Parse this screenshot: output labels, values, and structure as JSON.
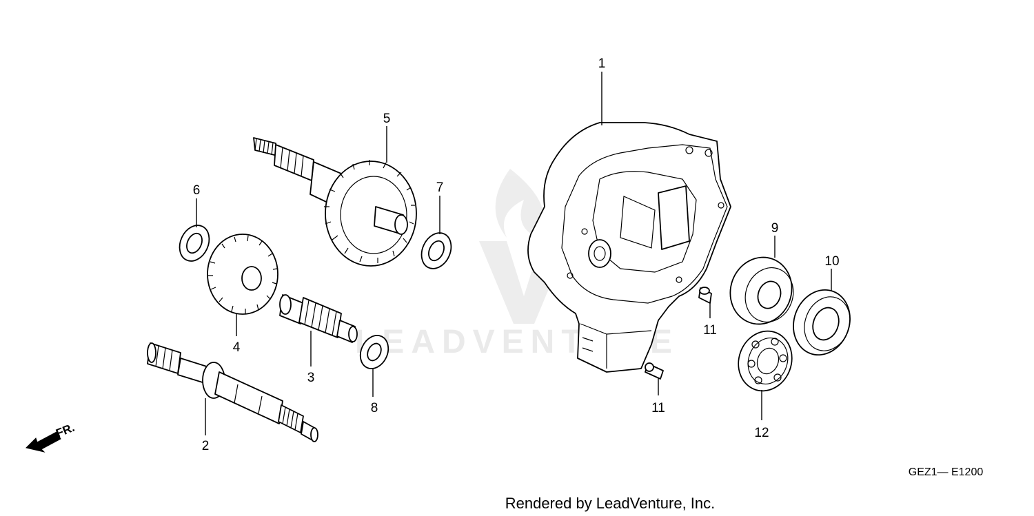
{
  "diagram": {
    "watermark": "LEADVENTURE",
    "diagram_code": "GEZ1— E1200",
    "footer_credit": "Rendered by LeadVenture, Inc.",
    "direction_label": "FR.",
    "callouts": {
      "c1": "1",
      "c2": "2",
      "c3": "3",
      "c4": "4",
      "c5": "5",
      "c6": "6",
      "c7": "7",
      "c8": "8",
      "c9": "9",
      "c10": "10",
      "c11a": "11",
      "c11b": "11",
      "c12": "12"
    }
  },
  "colors": {
    "line": "#000000",
    "watermark": "#e6e6e6",
    "background": "#ffffff"
  }
}
